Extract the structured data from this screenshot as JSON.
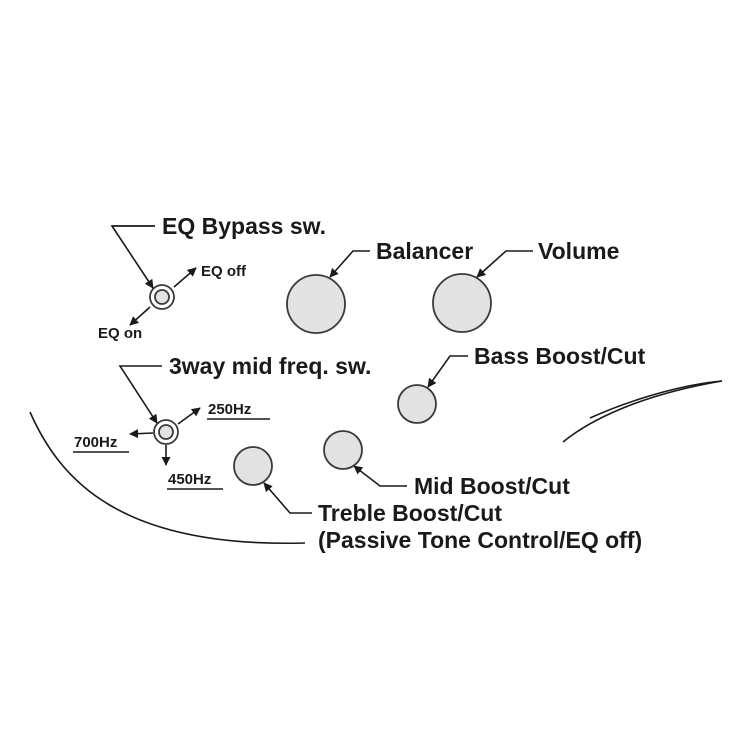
{
  "labels": {
    "eq_bypass": "EQ Bypass sw.",
    "eq_off": "EQ off",
    "eq_on": "EQ on",
    "balancer": "Balancer",
    "volume": "Volume",
    "mid_freq_switch": "3way mid freq. sw.",
    "freq_250": "250Hz",
    "freq_700": "700Hz",
    "freq_450": "450Hz",
    "bass": "Bass Boost/Cut",
    "mid": "Mid Boost/Cut",
    "treble": "Treble Boost/Cut",
    "treble_note": "(Passive Tone Control/EQ off)"
  },
  "colors": {
    "ink": "#1a1a1a",
    "knob_fill": "#e2e2e2",
    "background": "#ffffff"
  }
}
